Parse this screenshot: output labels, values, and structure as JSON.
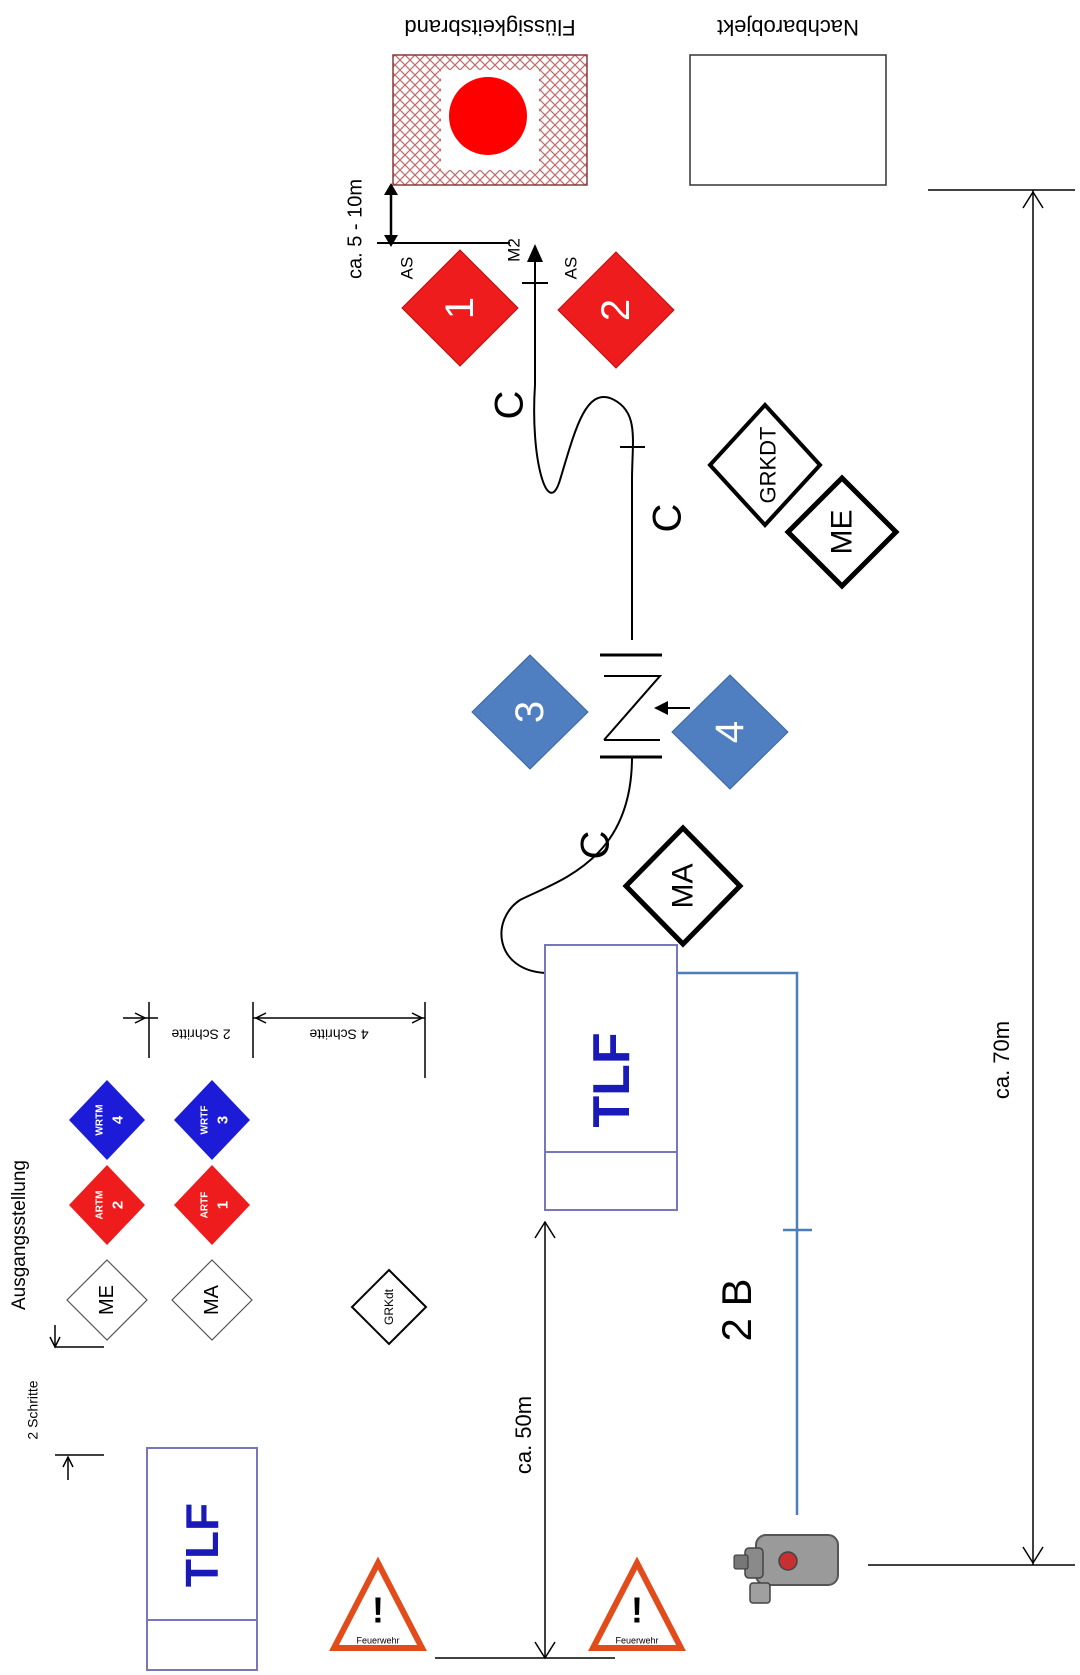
{
  "labels": {
    "fire": "Flüssigkeitsbrand",
    "neighbor": "Nachbarobjekt",
    "dist_fire": "ca. 5 - 10m",
    "dist_total": "ca. 70m",
    "dist_tlf": "ca. 50m",
    "line_2b": "2 B",
    "as_left": "AS",
    "as_right": "AS",
    "m2": "M2",
    "c_line_1": "C",
    "c_line_2": "C",
    "c_line_3": "C",
    "ausgang": "Ausgangsstellung",
    "zwei_schritte_a": "2 Schritte",
    "zwei_schritte_b": "2 Schritte",
    "vier_schritte": "4 Schritte",
    "tlf_main": "TLF",
    "tlf_small": "TLF",
    "warn_left": "Feuerwehr",
    "warn_right": "Feuerwehr"
  },
  "roles": {
    "atr_1": "1",
    "atr_2": "2",
    "wtr_3": "3",
    "wtr_4": "4",
    "grkdt": "GRKDT",
    "me": "ME",
    "ma": "MA"
  },
  "formation": {
    "me": "ME",
    "ma": "MA",
    "grkdt": "GRKdt",
    "artm_label": "ARTM",
    "artm_num": "2",
    "artf_label": "ARTF",
    "artf_num": "1",
    "wrtm_label": "WRTM",
    "wrtm_num": "4",
    "wrtf_label": "WRTF",
    "wrtf_num": "3"
  },
  "colors": {
    "red": "#ee1c1c",
    "blue_role": "#4f7fc0",
    "blue_form": "#1c1cd8",
    "hose_b": "#4a7fb8",
    "tlf_text": "#1a1ab8"
  }
}
